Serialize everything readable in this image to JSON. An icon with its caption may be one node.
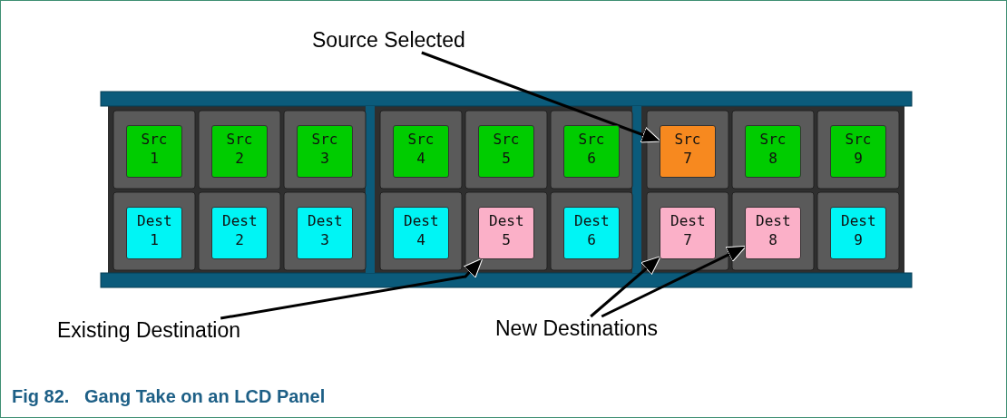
{
  "diagram": {
    "caption": "Fig 82.   Gang Take on an LCD Panel",
    "nodes": [
      {
        "text": [
          "Source Selected"
        ]
      },
      {
        "text": [
          "Src 1"
        ]
      },
      {
        "text": [
          "Src 2"
        ]
      },
      {
        "text": [
          "Src 3"
        ]
      },
      {
        "text": [
          "Src 4"
        ]
      },
      {
        "text": [
          "Src 5"
        ]
      },
      {
        "text": [
          "Src 6"
        ]
      },
      {
        "text": [
          "Src 7"
        ]
      },
      {
        "text": [
          "Src 8"
        ]
      },
      {
        "text": [
          "Src 9"
        ]
      },
      {
        "text": [
          "Dest 1"
        ]
      },
      {
        "text": [
          "Dest 2"
        ]
      },
      {
        "text": [
          "Dest 3"
        ]
      },
      {
        "text": [
          "Dest 4"
        ]
      },
      {
        "text": [
          "Dest 5"
        ]
      },
      {
        "text": [
          "Dest 6"
        ]
      },
      {
        "text": [
          "Dest 7"
        ]
      },
      {
        "text": [
          "Dest 8"
        ]
      },
      {
        "text": [
          "Dest 9"
        ]
      },
      {
        "text": [
          "Existing Destination"
        ]
      },
      {
        "text": [
          "New Destinations"
        ]
      }
    ],
    "edges": [
      {
        "from": 0,
        "to": 7,
        "arrow": "to"
      },
      {
        "from": 19,
        "to": 14,
        "arrow": "to"
      },
      {
        "from": 20,
        "to": 16,
        "arrow": "to"
      },
      {
        "from": 20,
        "to": 17,
        "arrow": "to"
      }
    ]
  }
}
